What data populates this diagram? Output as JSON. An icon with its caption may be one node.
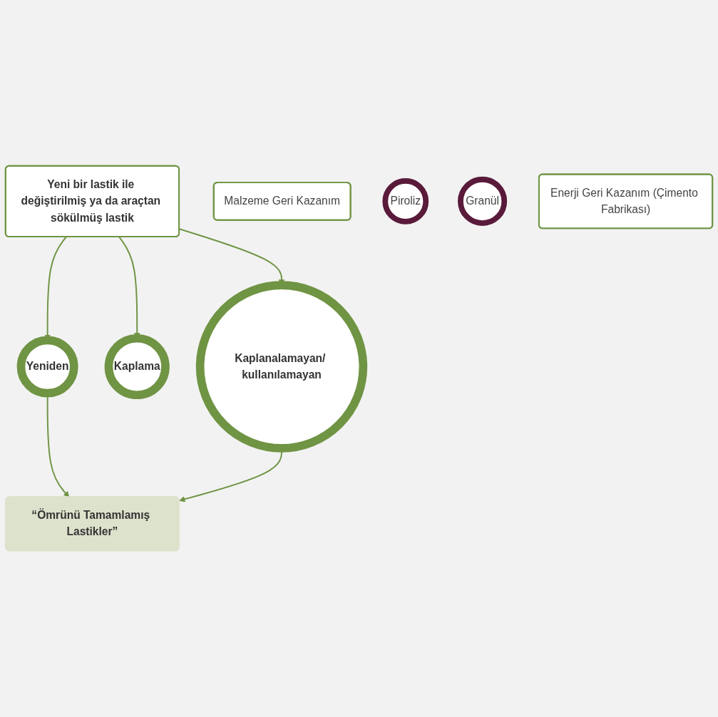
{
  "diagram": {
    "nodes": [
      {
        "text": [
          "Yeni bir lastik ile değiştirilmiş ya da araçtan sökülmüş lastik"
        ]
      },
      {
        "text": [
          "Yeniden"
        ]
      },
      {
        "text": [
          "Kaplama"
        ]
      },
      {
        "text": [
          "Kaplanalamayan/ kullanılamayan"
        ]
      },
      {
        "text": [
          "“Ömrünü Tamamlamış Lastikler”"
        ]
      },
      {
        "text": [
          "Malzeme Geri Kazanım"
        ]
      },
      {
        "text": [
          "Piroliz"
        ]
      },
      {
        "text": [
          "Granül"
        ]
      },
      {
        "text": [
          "Enerji Geri Kazanım (Çimento Fabrikası)"
        ]
      }
    ],
    "edges": [
      {
        "from": 0,
        "to": 1,
        "arrow": "to"
      },
      {
        "from": 0,
        "to": 2,
        "arrow": "to"
      },
      {
        "from": 0,
        "to": 3,
        "arrow": "to"
      },
      {
        "from": 1,
        "to": 4,
        "arrow": "to"
      },
      {
        "from": 3,
        "to": 4,
        "arrow": "to"
      }
    ]
  }
}
